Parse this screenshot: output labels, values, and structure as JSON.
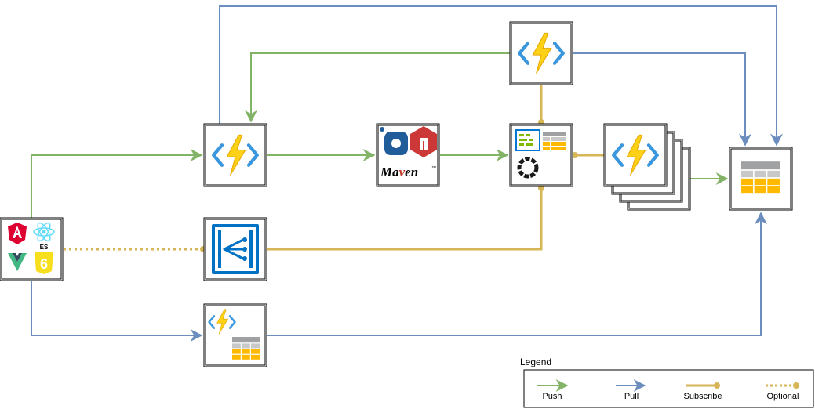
{
  "legend": {
    "title": "Legend",
    "items": [
      {
        "key": "push",
        "label": "Push"
      },
      {
        "key": "pull",
        "label": "Pull"
      },
      {
        "key": "subscribe",
        "label": "Subscribe"
      },
      {
        "key": "optional",
        "label": "Optional"
      }
    ]
  },
  "maven": {
    "label_left": "Ma",
    "label_v": "v",
    "label_right": "en",
    "tm": "™"
  },
  "frontend": {
    "es_label": "ES",
    "es_version": "6"
  },
  "colors": {
    "push": "#82b366",
    "pull": "#6c8ebf",
    "subscribe": "#d6b656",
    "function_bolt": "#fcd116",
    "function_bracket": "#3a96dd",
    "table_header": "#a0a1a2",
    "table_cell": "#ffb900",
    "event_grid": "#0072c6"
  },
  "icons": {
    "function": "azure-functions-icon",
    "maven": "maven-logo-icon",
    "event_grid": "event-grid-icon",
    "table_storage": "table-storage-icon",
    "stream": "stream-analytics-icon",
    "frontend": "frontend-frameworks-icon"
  }
}
